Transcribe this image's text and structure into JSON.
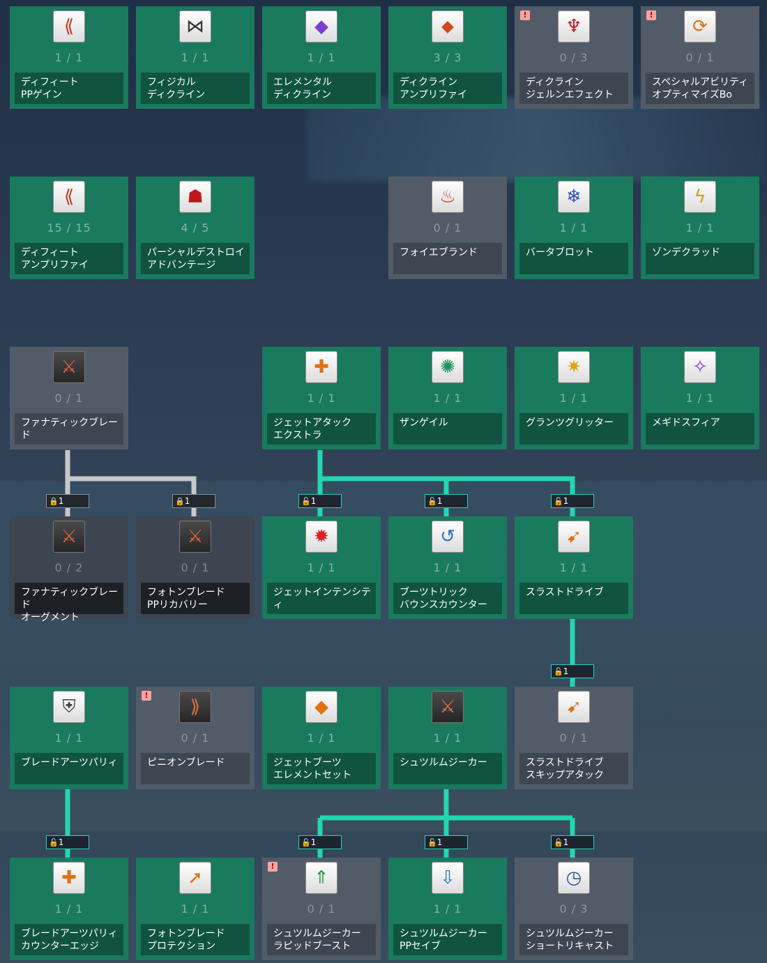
{
  "colors": {
    "learned": "#1a7a5e",
    "unlearned": "#525c69",
    "locked": "#3d4550",
    "connector_active": "#22d6b2",
    "connector_locked": "#c8c8c8"
  },
  "skills": [
    {
      "id": "defeat-pp-gain",
      "name": "ディフィート\nPPゲイン",
      "level": "1 / 1",
      "state": "on",
      "icon": "crescent-claw-pp-icon",
      "glyph": "⟪",
      "iconColor": "#c23a1a"
    },
    {
      "id": "physical-decline",
      "name": "フィジカル\nディクライン",
      "level": "1 / 1",
      "state": "on",
      "icon": "physical-decline-icon",
      "glyph": "⋈",
      "iconColor": "#333333"
    },
    {
      "id": "elemental-decline",
      "name": "エレメンタル\nディクライン",
      "level": "1 / 1",
      "state": "on",
      "icon": "element-gems-icon",
      "glyph": "◆",
      "iconColor": "#7a3fd0"
    },
    {
      "id": "decline-amplify",
      "name": "ディクライン\nアンプリファイ",
      "level": "3 / 3",
      "state": "on",
      "icon": "decline-amplify-icon",
      "glyph": "⬥",
      "iconColor": "#d04a1a"
    },
    {
      "id": "decline-jellen-effect",
      "name": "ディクライン\nジェルンエフェクト",
      "level": "0 / 3",
      "state": "off",
      "icon": "jellen-effect-icon",
      "glyph": "♆",
      "iconColor": "#c0182a",
      "warn": "!"
    },
    {
      "id": "special-ability-optimize",
      "name": "スペシャルアビリティ\nオプティマイズBo",
      "level": "0 / 1",
      "state": "off",
      "icon": "optimize-cycle-icon",
      "glyph": "⟳",
      "iconColor": "#e07010",
      "warn": "!"
    },
    {
      "id": "defeat-amplify",
      "name": "ディフィート\nアンプリファイ",
      "level": "15 / 15",
      "state": "on",
      "icon": "crescent-claw-icon",
      "glyph": "⟪",
      "iconColor": "#c23a1a"
    },
    {
      "id": "partial-destroy-advantage",
      "name": "パーシャルデストロイ\nアドバンテージ",
      "level": "4 / 5",
      "state": "on",
      "icon": "red-creature-icon",
      "glyph": "☗",
      "iconColor": "#c0181a"
    },
    {
      "id": "foie-brand",
      "name": "フォイエブランド",
      "level": "0 / 1",
      "state": "off",
      "icon": "fire-emblem-icon",
      "glyph": "♨",
      "iconColor": "#d03010"
    },
    {
      "id": "barta-blot",
      "name": "バータブロット",
      "level": "1 / 1",
      "state": "on",
      "icon": "ice-emblem-icon",
      "glyph": "❄",
      "iconColor": "#2a50c0"
    },
    {
      "id": "zonde-clad",
      "name": "ゾンデクラッド",
      "level": "1 / 1",
      "state": "on",
      "icon": "lightning-emblem-icon",
      "glyph": "ϟ",
      "iconColor": "#d0a010"
    },
    {
      "id": "fanatic-blade",
      "name": "ファナティックブレード",
      "level": "0 / 1",
      "state": "off",
      "icon": "fanatic-blade-icon",
      "glyph": "⚔",
      "iconColor": "#e06040",
      "iconTheme": "dark"
    },
    {
      "id": "jet-attack-extra",
      "name": "ジェットアタック\nエクストラ",
      "level": "1 / 1",
      "state": "on",
      "icon": "jet-boots-plus-icon",
      "glyph": "✚",
      "iconColor": "#e07010"
    },
    {
      "id": "zan-gale",
      "name": "ザンゲイル",
      "level": "1 / 1",
      "state": "on",
      "icon": "wind-emblem-icon",
      "glyph": "✺",
      "iconColor": "#20905a"
    },
    {
      "id": "grants-glitter",
      "name": "グランツグリッター",
      "level": "1 / 1",
      "state": "on",
      "icon": "light-emblem-icon",
      "glyph": "✷",
      "iconColor": "#e0a010"
    },
    {
      "id": "megid-sphere",
      "name": "メギドスフィア",
      "level": "1 / 1",
      "state": "on",
      "icon": "dark-emblem-icon",
      "glyph": "✧",
      "iconColor": "#7a3fd0"
    },
    {
      "id": "fanatic-blade-augment",
      "name": "ファナティックブレード\nオーグメント",
      "level": "0 / 2",
      "state": "lock",
      "icon": "fanatic-blade-augment-icon",
      "glyph": "⚔",
      "iconColor": "#e06040",
      "iconTheme": "dark"
    },
    {
      "id": "photon-blade-pp-recovery",
      "name": "フォトンブレード\nPPリカバリー",
      "level": "0 / 1",
      "state": "lock",
      "icon": "photon-blade-pp-icon",
      "glyph": "⚔",
      "iconColor": "#e06040",
      "iconTheme": "dark"
    },
    {
      "id": "jet-intensity",
      "name": "ジェットインテンシティ",
      "level": "1 / 1",
      "state": "on",
      "icon": "jet-boots-burst-icon",
      "glyph": "✹",
      "iconColor": "#e02020"
    },
    {
      "id": "boots-trick-bounce-counter",
      "name": "ブーツトリック\nバウンスカウンター",
      "level": "1 / 1",
      "state": "on",
      "icon": "bounce-counter-icon",
      "glyph": "↺",
      "iconColor": "#2a70c0"
    },
    {
      "id": "thrust-drive",
      "name": "スラストドライブ",
      "level": "1 / 1",
      "state": "on",
      "icon": "thrust-drive-icon",
      "glyph": "➹",
      "iconColor": "#e07010"
    },
    {
      "id": "blade-arts-parry",
      "name": "ブレードアーツパリィ",
      "level": "1 / 1",
      "state": "on",
      "icon": "blade-parry-icon",
      "glyph": "⛨",
      "iconColor": "#404040"
    },
    {
      "id": "pinion-blade",
      "name": "ピニオンブレード",
      "level": "0 / 1",
      "state": "off",
      "icon": "pinion-blade-icon",
      "glyph": "⟫",
      "iconColor": "#e07040",
      "iconTheme": "dark",
      "warn": "!"
    },
    {
      "id": "jet-boots-element-set",
      "name": "ジェットブーツ\nエレメントセット",
      "level": "1 / 1",
      "state": "on",
      "icon": "jet-boots-elements-icon",
      "glyph": "◆",
      "iconColor": "#e07010"
    },
    {
      "id": "sturm-geeker",
      "name": "シュツルムジーカー",
      "level": "1 / 1",
      "state": "on",
      "icon": "sturm-geeker-icon",
      "glyph": "⚔",
      "iconColor": "#e07040",
      "iconTheme": "dark"
    },
    {
      "id": "thrust-drive-skip-attack",
      "name": "スラストドライブ\nスキップアタック",
      "level": "0 / 1",
      "state": "off",
      "icon": "thrust-skip-icon",
      "glyph": "➹",
      "iconColor": "#e07010"
    },
    {
      "id": "blade-arts-parry-counter-edge",
      "name": "ブレードアーツパリィ\nカウンターエッジ",
      "level": "1 / 1",
      "state": "on",
      "icon": "parry-counter-plus-icon",
      "glyph": "✚",
      "iconColor": "#e07010"
    },
    {
      "id": "photon-blade-protection",
      "name": "フォトンブレード\nプロテクション",
      "level": "1 / 1",
      "state": "on",
      "icon": "photon-blade-protect-icon",
      "glyph": "➚",
      "iconColor": "#e07010"
    },
    {
      "id": "sturm-geeker-rapid-boost",
      "name": "シュツルムジーカー\nラピッドブースト",
      "level": "0 / 1",
      "state": "off",
      "icon": "rapid-boost-icon",
      "glyph": "⇑",
      "iconColor": "#20a040",
      "warn": "!"
    },
    {
      "id": "sturm-geeker-pp-save",
      "name": "シュツルムジーカー\nPPセイブ",
      "level": "1 / 1",
      "state": "on",
      "icon": "pp-save-icon",
      "glyph": "⇩",
      "iconColor": "#2a70c0"
    },
    {
      "id": "sturm-geeker-short-recast",
      "name": "シュツルムジーカー\nショートリキャスト",
      "level": "0 / 3",
      "state": "off",
      "icon": "short-recast-clock-icon",
      "glyph": "◷",
      "iconColor": "#2a50a0"
    }
  ],
  "locks": [
    {
      "id": "lock-fanatic-augment",
      "label": "1",
      "glyph": "🔒",
      "state": "grey"
    },
    {
      "id": "lock-photon-pp",
      "label": "1",
      "glyph": "🔒",
      "state": "grey"
    },
    {
      "id": "lock-jet-intensity",
      "label": "1",
      "glyph": "🔓",
      "state": "teal"
    },
    {
      "id": "lock-boots-trick",
      "label": "1",
      "glyph": "🔓",
      "state": "teal"
    },
    {
      "id": "lock-thrust-drive",
      "label": "1",
      "glyph": "🔓",
      "state": "teal"
    },
    {
      "id": "lock-thrust-skip",
      "label": "1",
      "glyph": "🔓",
      "state": "teal"
    },
    {
      "id": "lock-parry-counter",
      "label": "1",
      "glyph": "🔓",
      "state": "teal"
    },
    {
      "id": "lock-rapid-boost",
      "label": "1",
      "glyph": "🔓",
      "state": "teal"
    },
    {
      "id": "lock-pp-save",
      "label": "1",
      "glyph": "🔓",
      "state": "teal"
    },
    {
      "id": "lock-short-recast",
      "label": "1",
      "glyph": "🔓",
      "state": "teal"
    }
  ]
}
